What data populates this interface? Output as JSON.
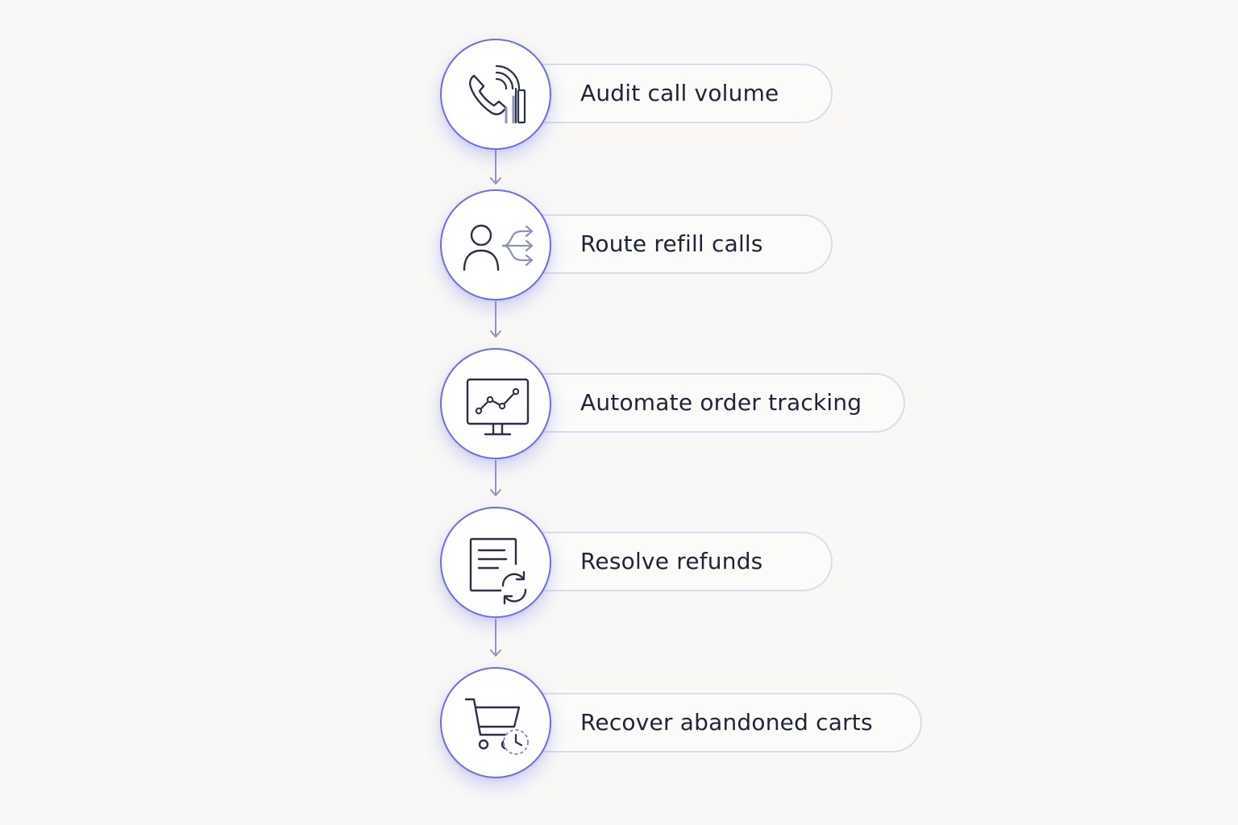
{
  "steps": [
    {
      "label": "Audit call volume",
      "icon": "phone-call-volume-icon"
    },
    {
      "label": "Route refill calls",
      "icon": "person-routing-arrows-icon"
    },
    {
      "label": "Automate order tracking",
      "icon": "monitor-line-chart-icon"
    },
    {
      "label": "Resolve refunds",
      "icon": "document-refresh-icon"
    },
    {
      "label": "Recover abandoned carts",
      "icon": "cart-clock-icon"
    }
  ],
  "colors": {
    "node_border": "#6b6fe0",
    "pill_border": "#dadcea",
    "icon_stroke": "#2a3144",
    "icon_accent": "#8a93b8",
    "connector": "#8f96c4",
    "text": "#1f2535",
    "background": "#f9f8f6"
  }
}
